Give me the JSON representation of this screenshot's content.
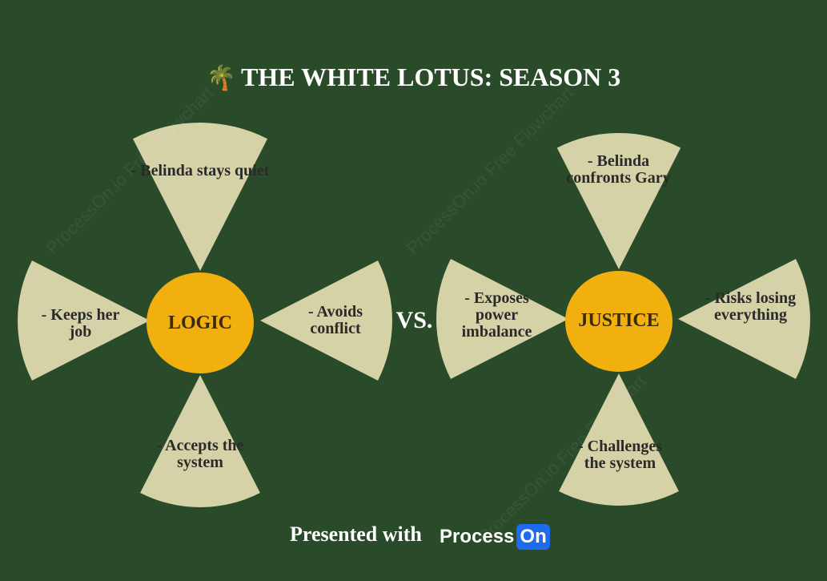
{
  "title": "THE WHITE LOTUS: SEASON 3",
  "title_icon": "palm-tree-icon",
  "vs_label": "VS.",
  "colors": {
    "background": "#2a4b2a",
    "petal": "#d6d2a8",
    "center": "#f2b00e"
  },
  "left_diagram": {
    "center_label": "LOGIC",
    "top": "- Belinda stays quiet",
    "left": "- Keeps her job",
    "right": "- Avoids conflict",
    "bottom": "- Accepts the system"
  },
  "right_diagram": {
    "center_label": "JUSTICE",
    "top": "- Belinda confronts Gary",
    "left": "- Exposes power imbalance",
    "right": "- Risks losing everything",
    "bottom": "- Challenges the system"
  },
  "footer": {
    "text": "Presented with",
    "brand_part1": "Process",
    "brand_part2": "On"
  },
  "watermark": "ProcessOn.io Free Flowchart"
}
